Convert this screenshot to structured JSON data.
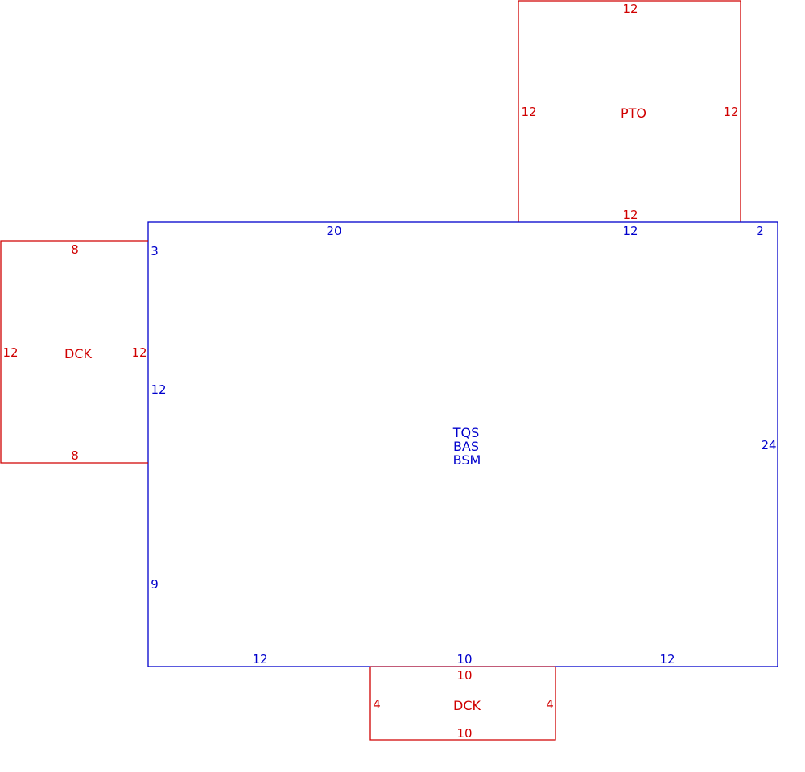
{
  "colors": {
    "main": "#0000cc",
    "addition": "#d00000"
  },
  "main_structure": {
    "codes": [
      "TQS",
      "BAS",
      "BSM"
    ],
    "dims": {
      "top_left": "20",
      "top_mid": "12",
      "top_right": "2",
      "left_upper": "3",
      "left_mid": "12",
      "left_lower": "9",
      "right": "24",
      "bottom_left": "12",
      "bottom_mid": "10",
      "bottom_right": "12"
    }
  },
  "patio": {
    "code": "PTO",
    "dims": {
      "top": "12",
      "left": "12",
      "right": "12",
      "bottom": "12"
    }
  },
  "deck_left": {
    "code": "DCK",
    "dims": {
      "top": "8",
      "left": "12",
      "right": "12",
      "bottom": "8"
    }
  },
  "deck_bottom": {
    "code": "DCK",
    "dims": {
      "top": "10",
      "left": "4",
      "right": "4",
      "bottom": "10"
    }
  }
}
